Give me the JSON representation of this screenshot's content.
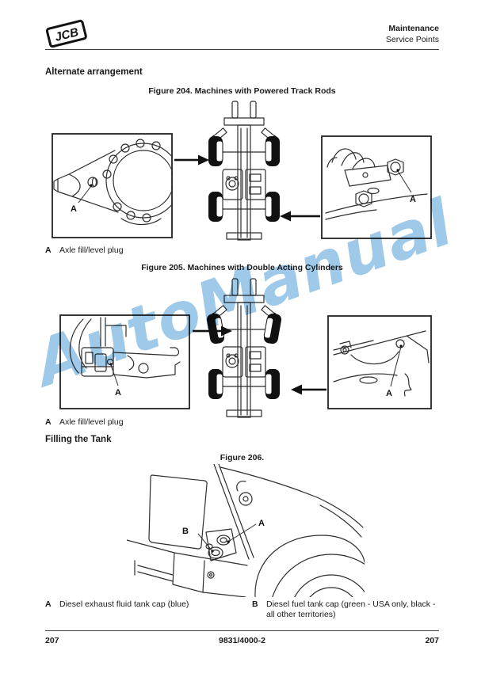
{
  "header": {
    "logo_text": "JCB",
    "title": "Maintenance",
    "subtitle": "Service Points"
  },
  "watermark": {
    "text": "AutoManual",
    "color": "#9ec9e8"
  },
  "alternate_section": {
    "heading": "Alternate arrangement"
  },
  "figure204": {
    "caption": "Figure 204. Machines with Powered Track Rods",
    "callout_letter": "A",
    "callout_text": "Axle fill/level plug"
  },
  "figure205": {
    "caption": "Figure 205. Machines with Double Acting Cylinders",
    "callout_letter": "A",
    "callout_text": "Axle fill/level plug"
  },
  "filling_section": {
    "heading": "Filling the Tank"
  },
  "figure206": {
    "caption": "Figure 206.",
    "callouts": [
      {
        "letter": "A",
        "text": "Diesel exhaust fluid tank cap (blue)"
      },
      {
        "letter": "B",
        "text": "Diesel fuel tank cap (green - USA only, black - all other territories)"
      }
    ]
  },
  "footer": {
    "page_left": "207",
    "doc_number": "9831/4000-2",
    "page_right": "207"
  }
}
